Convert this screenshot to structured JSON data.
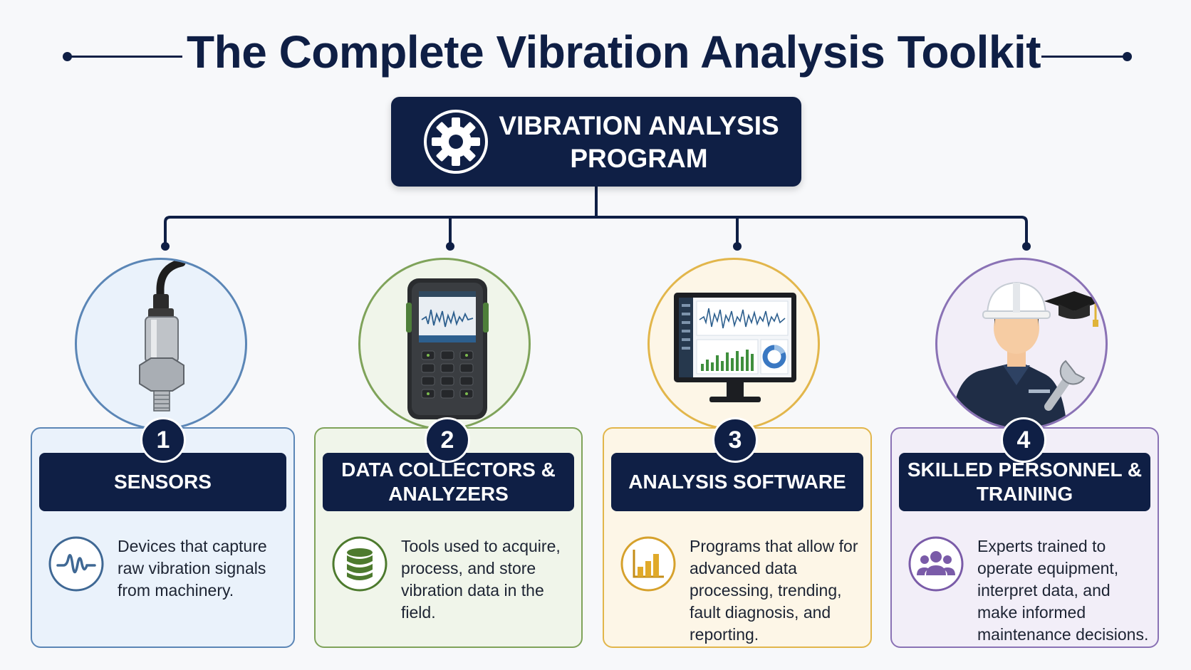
{
  "title": "The Complete Vibration Analysis Toolkit",
  "program": {
    "label": "VIBRATION ANALYSIS PROGRAM"
  },
  "components": [
    {
      "number": "1",
      "title": "SENSORS",
      "description": "Devices that capture raw vibration signals from machinery.",
      "color": "#5b86b6",
      "icon": "vibration-sensor-icon",
      "desc_icon": "waveform-icon"
    },
    {
      "number": "2",
      "title": "DATA COLLECTORS & ANALYZERS",
      "description": "Tools used to acquire, process, and store vibration data in the field.",
      "color": "#7fa35a",
      "icon": "handheld-data-collector-icon",
      "desc_icon": "database-icon"
    },
    {
      "number": "3",
      "title": "ANALYSIS SOFTWARE",
      "description": "Programs that allow for advanced data processing, trending, fault diagnosis, and reporting.",
      "color": "#e2b64b",
      "icon": "monitor-dashboard-icon",
      "desc_icon": "bar-chart-icon"
    },
    {
      "number": "4",
      "title": "SKILLED PERSONNEL & TRAINING",
      "description": "Experts trained to operate equipment, interpret data, and make informed maintenance decisions.",
      "color": "#8a72b5",
      "icon": "technician-icon",
      "desc_icon": "team-icon"
    }
  ],
  "colors": {
    "navy": "#0f1f45",
    "background": "#f7f8fa"
  }
}
